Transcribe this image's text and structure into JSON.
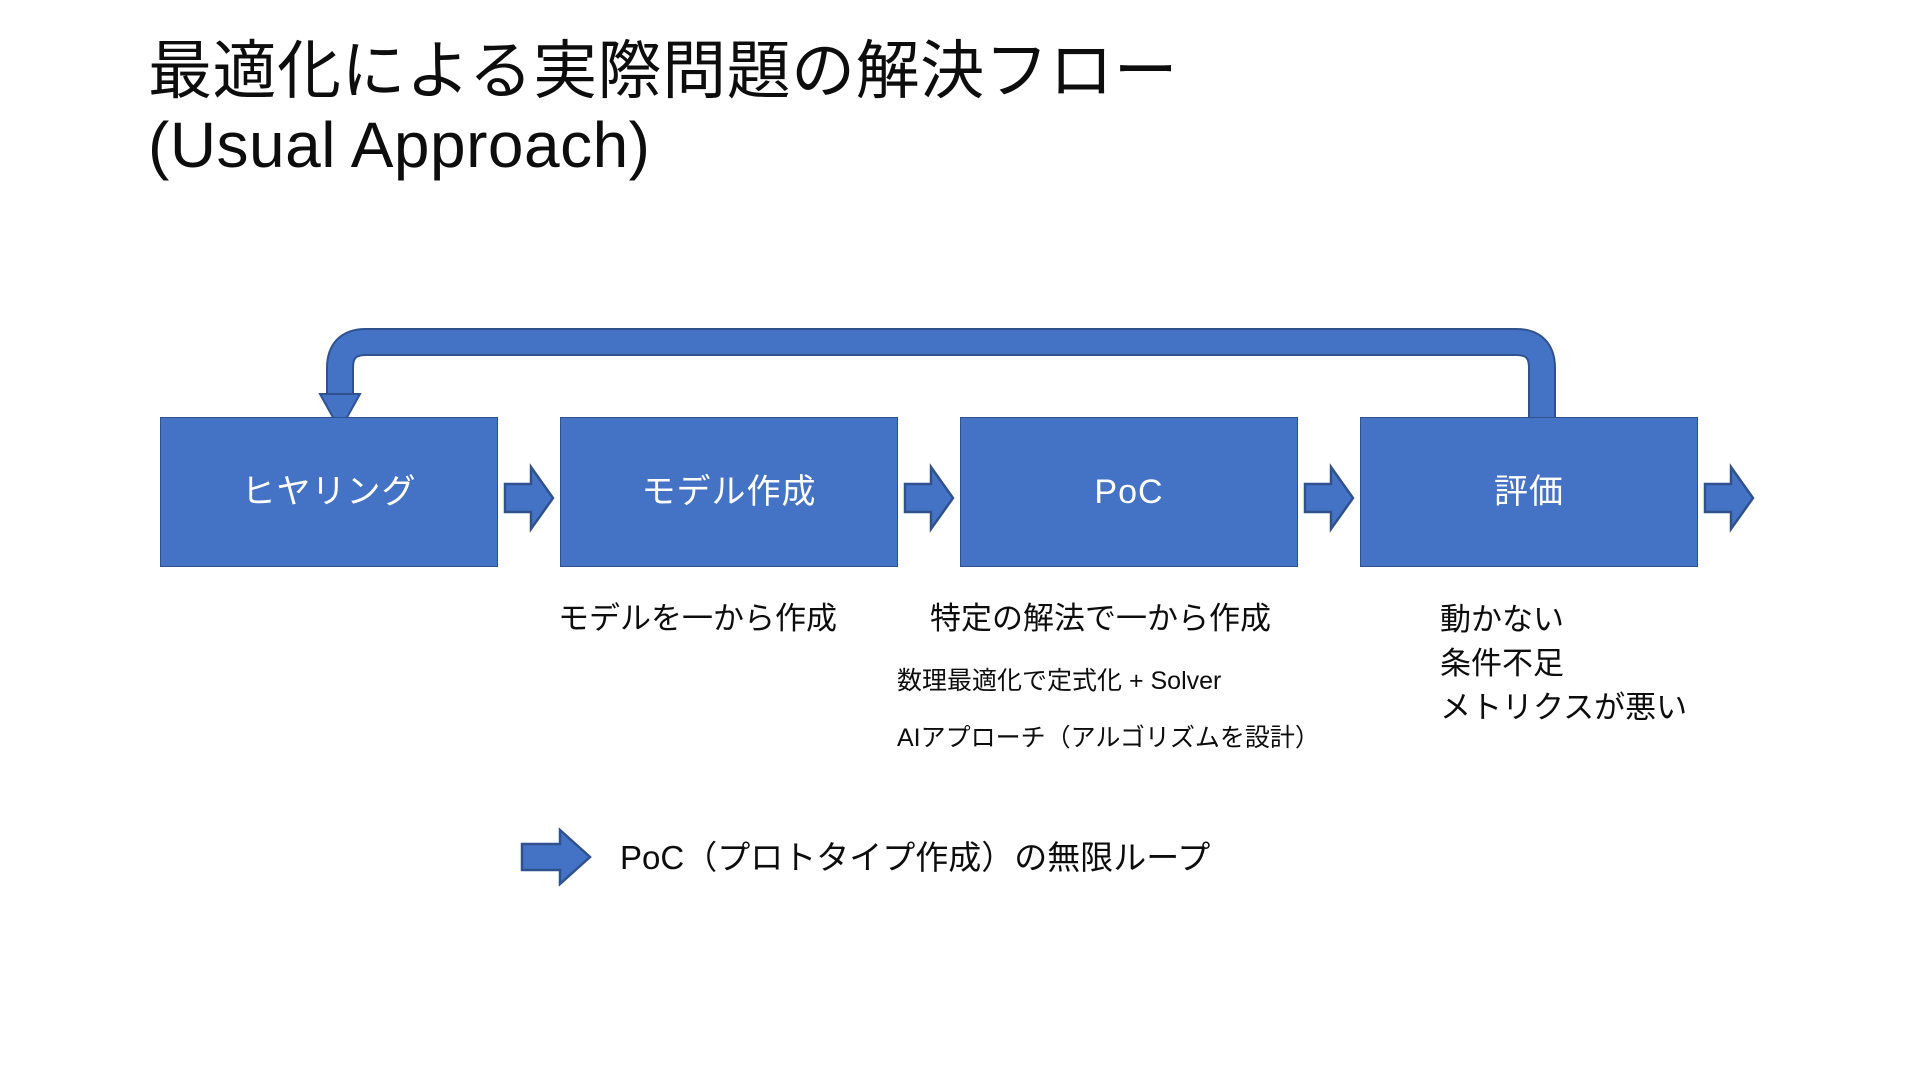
{
  "slide": {
    "background_color": "#FFFFFF",
    "title": "最適化による実際問題の解決フロー\n(Usual Approach)"
  },
  "theme": {
    "box_fill": "#4472C4",
    "box_border": "#2F528F",
    "box_text": "#FFFFFF",
    "body_text": "#0D0D0D",
    "arrow_fill": "#4472C4",
    "arrow_border": "#2F528F"
  },
  "flow": {
    "steps": [
      {
        "label": "ヒヤリング"
      },
      {
        "label": "モデル作成"
      },
      {
        "label": "PoC"
      },
      {
        "label": "評価"
      }
    ],
    "connectors": [
      {
        "name": "arrow-hearing-to-model"
      },
      {
        "name": "arrow-model-to-poc"
      },
      {
        "name": "arrow-poc-to-eval"
      },
      {
        "name": "arrow-eval-out"
      }
    ],
    "loop": {
      "name": "feedback-loop-arrow",
      "from": "評価",
      "to": "ヒヤリング"
    }
  },
  "annotations": {
    "model_caption": "モデルを一から作成",
    "poc_caption": "特定の解法で一から作成",
    "methods": [
      "数理最適化で定式化 + Solver",
      "AIアプローチ（アルゴリズムを設計）"
    ],
    "eval_issues": "動かない\n条件不足\nメトリクスが悪い"
  },
  "legend": {
    "text": "PoC（プロトタイプ作成）の無限ループ"
  }
}
